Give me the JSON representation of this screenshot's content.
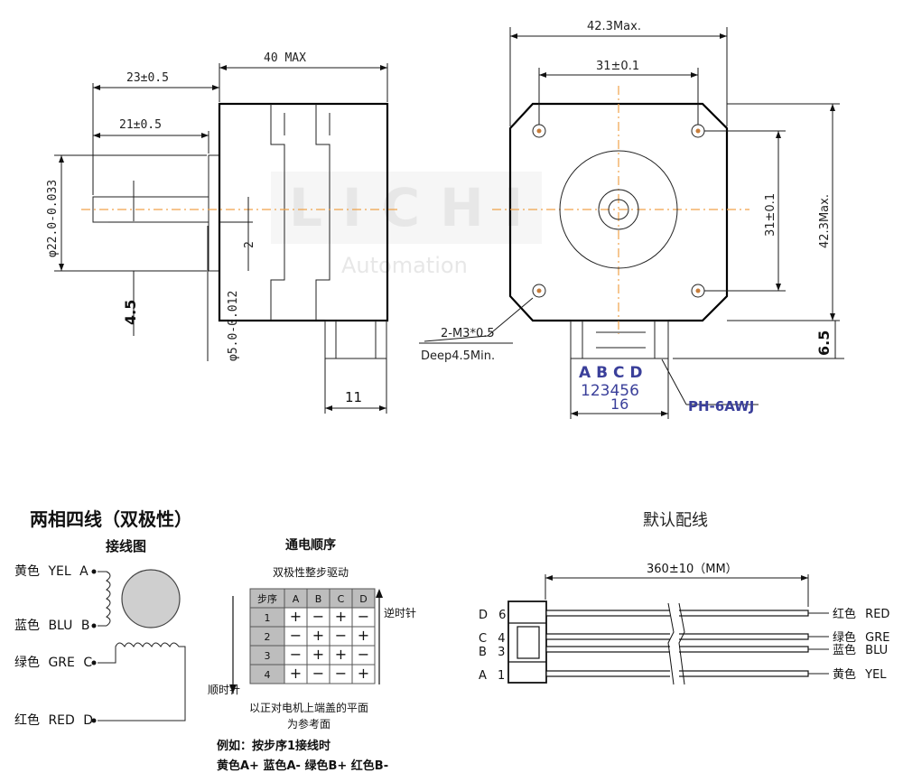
{
  "top": {
    "dim_23": "23±0.5",
    "dim_40": "40 MAX",
    "dim_21": "21±0.5",
    "dim_phi22": "φ22.0-0.033",
    "dim_2": "2",
    "dim_45": "4.5",
    "dim_phi5": "φ5.0-0.012",
    "dim_11": "11",
    "dim_423top": "42.3Max.",
    "dim_31top": "31±0.1",
    "dim_31right": "31±0.1",
    "dim_423right": "42.3Max.",
    "dim_65": "6.5",
    "hole_note1": "2-M3*0.5",
    "hole_note2": "Deep4.5Min.",
    "connector_letters": "A B C D",
    "connector_numbers": "123456",
    "connector_16": "16",
    "connector_type": "PH-6AWJ",
    "watermark_main": "LICHI",
    "watermark_sub": "Automation"
  },
  "left": {
    "title": "两相四线（双极性）",
    "subtitle": "接线图",
    "wires": [
      {
        "cn": "黄色",
        "en": "YEL",
        "pin": "A"
      },
      {
        "cn": "蓝色",
        "en": "BLU",
        "pin": "B"
      },
      {
        "cn": "绿色",
        "en": "GRE",
        "pin": "C"
      },
      {
        "cn": "红色",
        "en": "RED",
        "pin": "D"
      }
    ]
  },
  "middle": {
    "title": "通电顺序",
    "subtitle": "双极性整步驱动",
    "headers": [
      "步序",
      "A",
      "B",
      "C",
      "D"
    ],
    "rows": [
      [
        "1",
        "+",
        "−",
        "+",
        "−"
      ],
      [
        "2",
        "−",
        "+",
        "−",
        "+"
      ],
      [
        "3",
        "−",
        "+",
        "+",
        "−"
      ],
      [
        "4",
        "+",
        "−",
        "−",
        "+"
      ]
    ],
    "ccw": "逆时针",
    "cw": "顺时针",
    "note1": "以正对电机上端盖的平面",
    "note2": "为参考面",
    "example1": "例如：按步序1接线时",
    "example2": "黄色A+ 蓝色A-  绿色B+ 红色B-"
  },
  "right": {
    "title": "默认配线",
    "length": "360±10（MM）",
    "pins_left": [
      {
        "letter": "D",
        "num": "6"
      },
      {
        "letter": "C",
        "num": "4"
      },
      {
        "letter": "B",
        "num": "3"
      },
      {
        "letter": "A",
        "num": "1"
      }
    ],
    "wires_right": [
      {
        "cn": "红色",
        "en": "RED"
      },
      {
        "cn": "绿色",
        "en": "GRE"
      },
      {
        "cn": "蓝色",
        "en": "BLU"
      },
      {
        "cn": "黄色",
        "en": "YEL"
      }
    ]
  }
}
